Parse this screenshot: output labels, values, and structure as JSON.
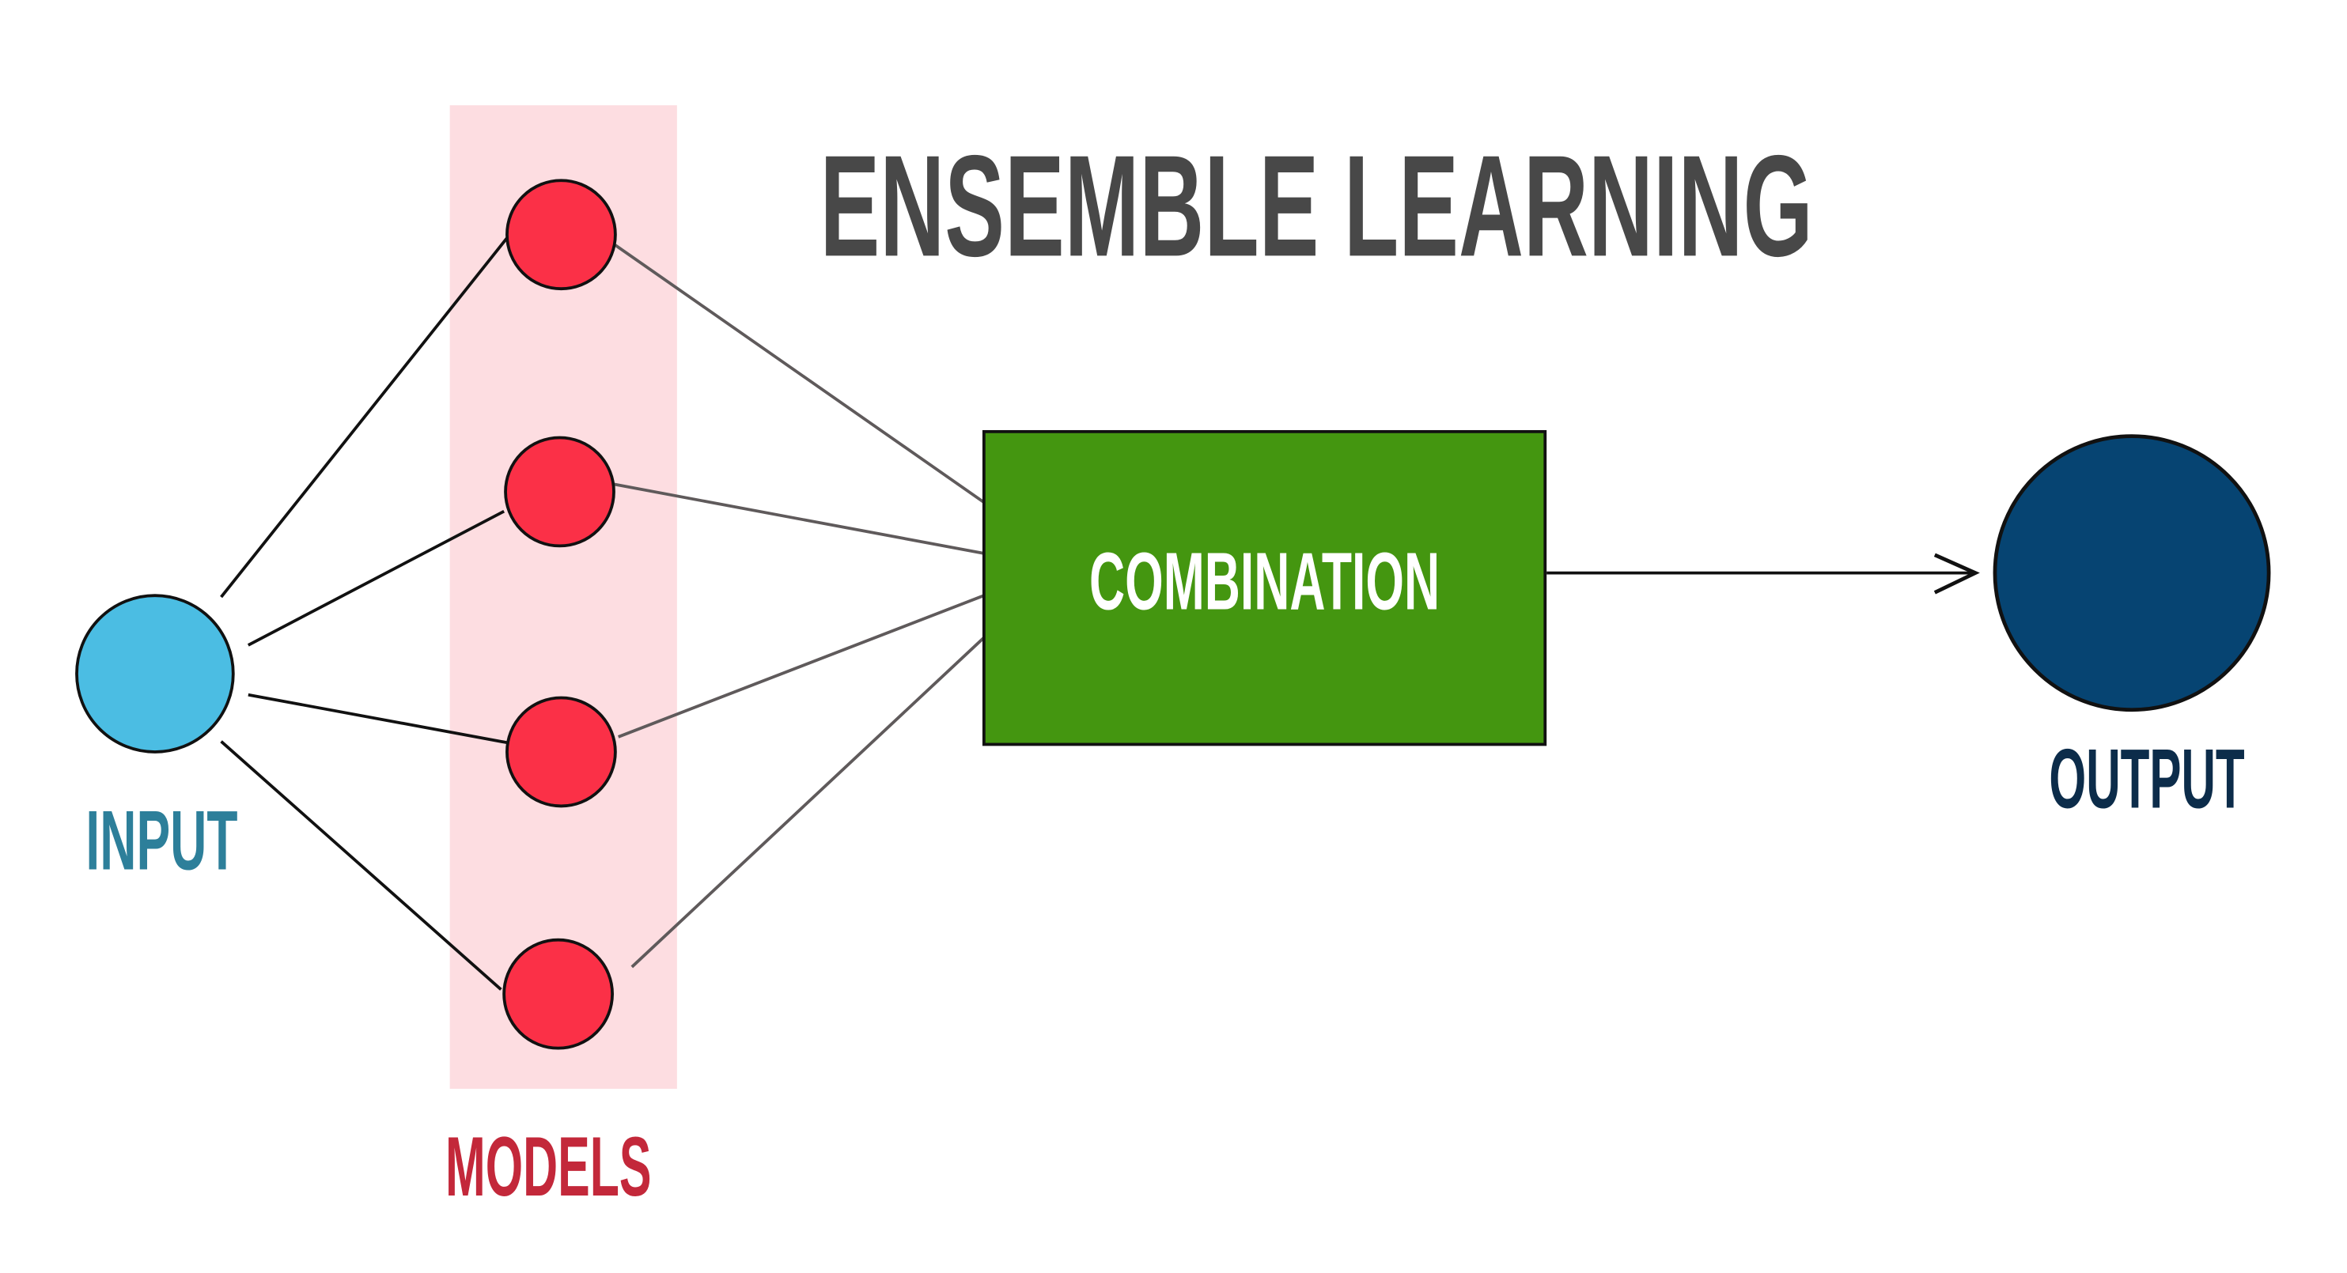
{
  "title": "ENSEMBLE LEARNING",
  "nodes": {
    "input": {
      "label": "INPUT",
      "color": "#4bbde3"
    },
    "models": {
      "label": "MODELS",
      "color": "#fb3047",
      "band_color": "#fddde1"
    },
    "combination": {
      "label": "COMBINATION",
      "color": "#449610"
    },
    "output": {
      "label": "OUTPUT",
      "color": "#064472"
    }
  },
  "colors": {
    "title": "#484848",
    "input_label": "#2d7f9a",
    "models_label": "#c3283a",
    "output_label": "#0c2c4a"
  }
}
